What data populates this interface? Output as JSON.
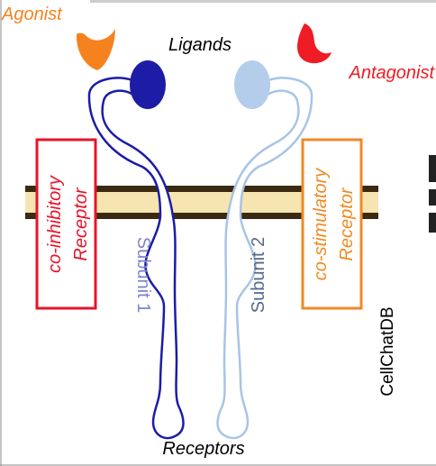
{
  "labels": {
    "agonist": "Agonist",
    "antagonist": "Antagonist",
    "ligands": "Ligands",
    "receptors": "Receptors",
    "subunit1": "Subunit 1",
    "subunit2": "Subunit 2",
    "co_inhibitory_line1": "co-inhibitory",
    "co_inhibitory_line2": "Receptor",
    "co_stimulatory_line1": "co-stimulatory",
    "co_stimulatory_line2": "Receptor",
    "database": "CellChatDB"
  },
  "colors": {
    "agonist": "#f5821f",
    "antagonist": "#ee1c24",
    "subunit1": "#1c1ca6",
    "subunit2": "#a8c4e6",
    "membrane_fill": "#f6e5b0",
    "membrane_edge": "#3b2a12",
    "co_inhibitory": "#e8132a",
    "co_stimulatory": "#f08a24"
  }
}
